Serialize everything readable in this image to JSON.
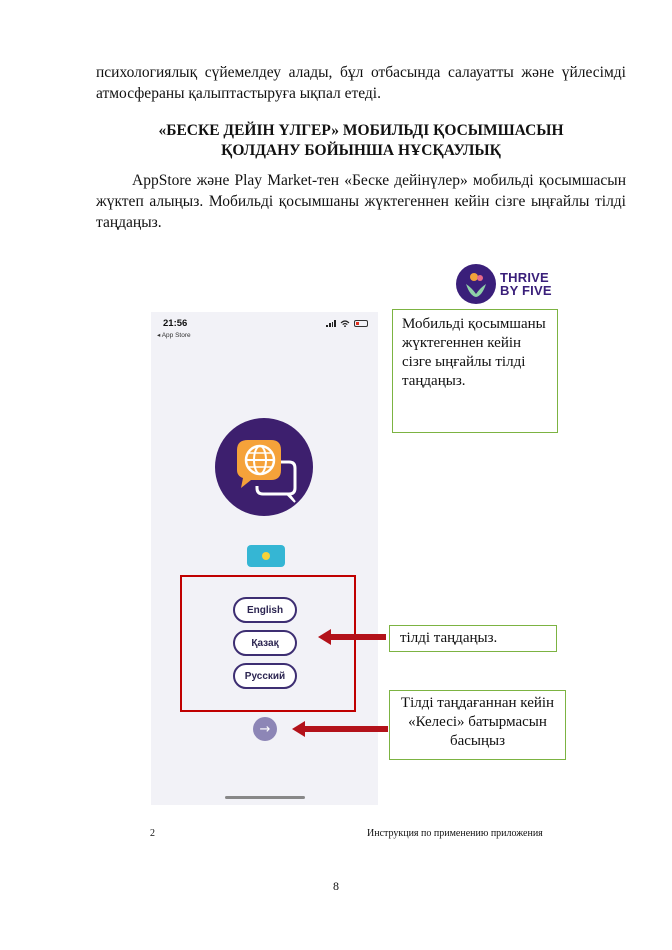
{
  "body": {
    "paragraph_1": "психологиялық сүйемелдеу алады, бұл отбасында салауатты және үйлесімді атмосфераны қалыптастыруға ықпал етеді.",
    "heading_line_1": "«БЕСКЕ ДЕЙІН ҮЛГЕР» МОБИЛЬДІ ҚОСЫМШАСЫН",
    "heading_line_2": "ҚОЛДАНУ БОЙЫНША НҰСҚАУЛЫҚ",
    "paragraph_2": "AppStore және Play Market-тен «Беске дейінүлер» мобильді қосымшасын жүктеп алыңыз. Мобильді қосымшаны жүктегеннен кейін сізге ыңғайлы тілді таңдаңыз."
  },
  "logo": {
    "line_1": "THRIVE",
    "line_2": "BY FIVE",
    "brand_color": "#3a1f7a"
  },
  "phone": {
    "time": "21:56",
    "back_label": "◂ App Store",
    "languages": [
      "English",
      "Қазақ",
      "Русский"
    ],
    "next_icon": "arrow-right-icon",
    "flag": "kazakhstan-flag-icon",
    "app_icon": "globe-chat-icon"
  },
  "callouts": {
    "select_language_after_download": "Мобильді қосымшаны жүктегеннен кейін сізге ыңғайлы тілді таңдаңыз.",
    "select_language": "тілді таңдаңыз.",
    "press_next": "Тілді таңдағаннан кейін «Келесі» батырмасын басыңыз"
  },
  "footer": {
    "left_number": "2",
    "title": "Инструкция по применению приложения",
    "page_number": "8"
  },
  "colors": {
    "highlight_box": "#c00000",
    "arrow": "#b3121a",
    "callout_border": "#7cb342"
  }
}
